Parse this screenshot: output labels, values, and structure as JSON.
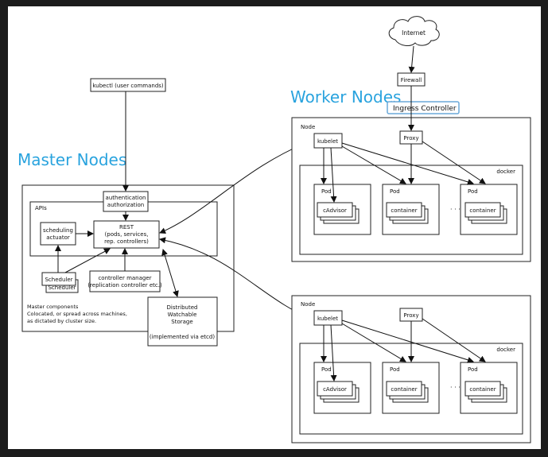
{
  "labels": {
    "master_nodes": "Master Nodes",
    "worker_nodes": "Worker Nodes",
    "internet": "Internet",
    "firewall": "Firewall",
    "ingress_controller": "Ingress Controller",
    "kubectl": "kubectl (user commands)",
    "auth_line1": "authentication",
    "auth_line2": "authorization",
    "apis": "APIs",
    "rest_line1": "REST",
    "rest_line2": "(pods, services,",
    "rest_line3": "rep. controllers)",
    "sched_act_line1": "scheduling",
    "sched_act_line2": "actuator",
    "scheduler": "Scheduler",
    "cm_line1": "controller manager",
    "cm_line2": "(replication controller etc.)",
    "master_note_line1": "Master components",
    "master_note_line2": "Colocated, or spread across machines,",
    "master_note_line3": "as dictated by cluster size.",
    "storage_line1": "Distributed",
    "storage_line2": "Watchable",
    "storage_line3": "Storage",
    "storage_line4": "(implemented via etcd)",
    "node": "Node",
    "kubelet": "kubelet",
    "proxy": "Proxy",
    "docker": "docker",
    "pod": "Pod",
    "cadvisor": "cAdvisor",
    "container": "container",
    "dots": "· · ·"
  },
  "colors": {
    "heading_blue": "#29a3de",
    "ingress_border": "#6aa8d8",
    "frame_dark": "#1c1c1c"
  }
}
